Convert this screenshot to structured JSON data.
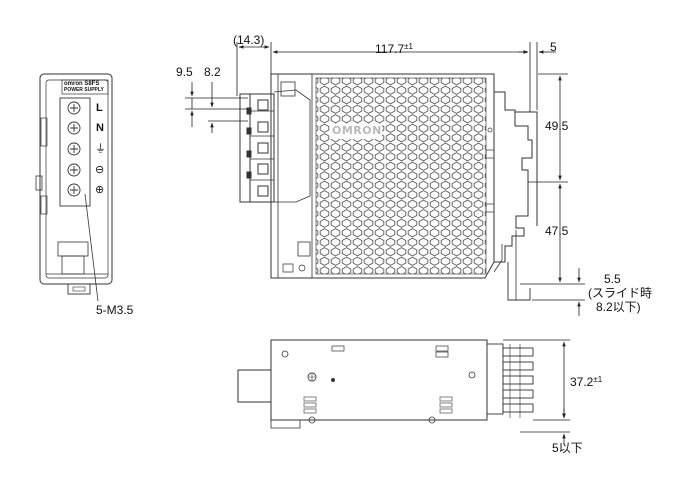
{
  "front_view": {
    "brand": "omron",
    "model": "S8FS",
    "label": "POWER SUPPLY",
    "terminal_marks": [
      "L",
      "N",
      "⏚",
      "⊖",
      "⊕"
    ],
    "screw_callout": "5-M3.5"
  },
  "side_view": {
    "logo": "OMRON"
  },
  "dimensions": {
    "terminal_protrusion": "(14.3)",
    "body_length": "117.7",
    "body_length_tol": "±1",
    "rail_offset": "5",
    "pitch_a": "9.5",
    "pitch_b": "8.2",
    "upper_height": "49.5",
    "lower_height": "47.5",
    "slide_offset": "5.5",
    "slide_note": "(スライド時",
    "slide_note2": "8.2以下)",
    "depth": "37.2",
    "depth_tol": "±1",
    "bottom_clearance": "5以下"
  },
  "colors": {
    "line": "#333333",
    "hex_stroke": "#555555",
    "logo": "#b9b9b9"
  }
}
